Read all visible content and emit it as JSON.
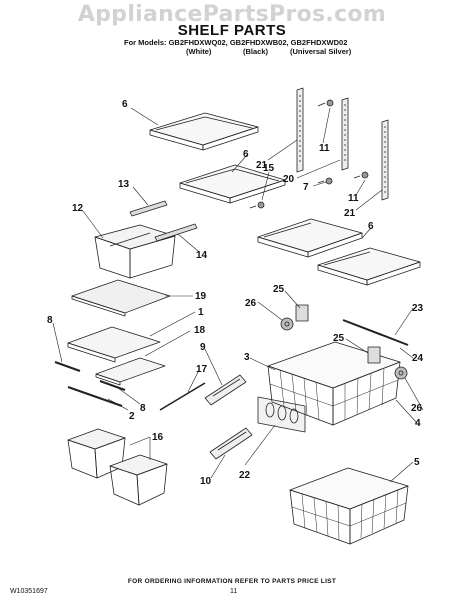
{
  "watermark": "AppliancePartsPros.com",
  "header": {
    "title": "SHELF PARTS",
    "models": "For Models: GB2FHDXWQ02, GB2FHDXWB02, GB2FHDXWD02",
    "variants": [
      "(White)",
      "(Black)",
      "(Universal Silver)"
    ]
  },
  "callouts": [
    {
      "id": "c6a",
      "label": "6"
    },
    {
      "id": "c6b",
      "label": "6"
    },
    {
      "id": "c6c",
      "label": "6"
    },
    {
      "id": "c21a",
      "label": "21"
    },
    {
      "id": "c21b",
      "label": "21"
    },
    {
      "id": "c11a",
      "label": "11"
    },
    {
      "id": "c11b",
      "label": "11"
    },
    {
      "id": "c15",
      "label": "15"
    },
    {
      "id": "c20",
      "label": "20"
    },
    {
      "id": "c7",
      "label": "7"
    },
    {
      "id": "c13",
      "label": "13"
    },
    {
      "id": "c12",
      "label": "12"
    },
    {
      "id": "c14",
      "label": "14"
    },
    {
      "id": "c19",
      "label": "19"
    },
    {
      "id": "c1",
      "label": "1"
    },
    {
      "id": "c8a",
      "label": "8"
    },
    {
      "id": "c8b",
      "label": "8"
    },
    {
      "id": "c18",
      "label": "18"
    },
    {
      "id": "c9",
      "label": "9"
    },
    {
      "id": "c17",
      "label": "17"
    },
    {
      "id": "c2",
      "label": "2"
    },
    {
      "id": "c16",
      "label": "16"
    },
    {
      "id": "c26a",
      "label": "26"
    },
    {
      "id": "c26b",
      "label": "26"
    },
    {
      "id": "c25a",
      "label": "25"
    },
    {
      "id": "c25b",
      "label": "25"
    },
    {
      "id": "c23",
      "label": "23"
    },
    {
      "id": "c24",
      "label": "24"
    },
    {
      "id": "c3",
      "label": "3"
    },
    {
      "id": "c4",
      "label": "4"
    },
    {
      "id": "c22",
      "label": "22"
    },
    {
      "id": "c10",
      "label": "10"
    },
    {
      "id": "c5",
      "label": "5"
    }
  ],
  "footer": {
    "note": "FOR ORDERING INFORMATION REFER TO PARTS PRICE LIST",
    "doc_number": "W10351697",
    "page_number": "11"
  }
}
